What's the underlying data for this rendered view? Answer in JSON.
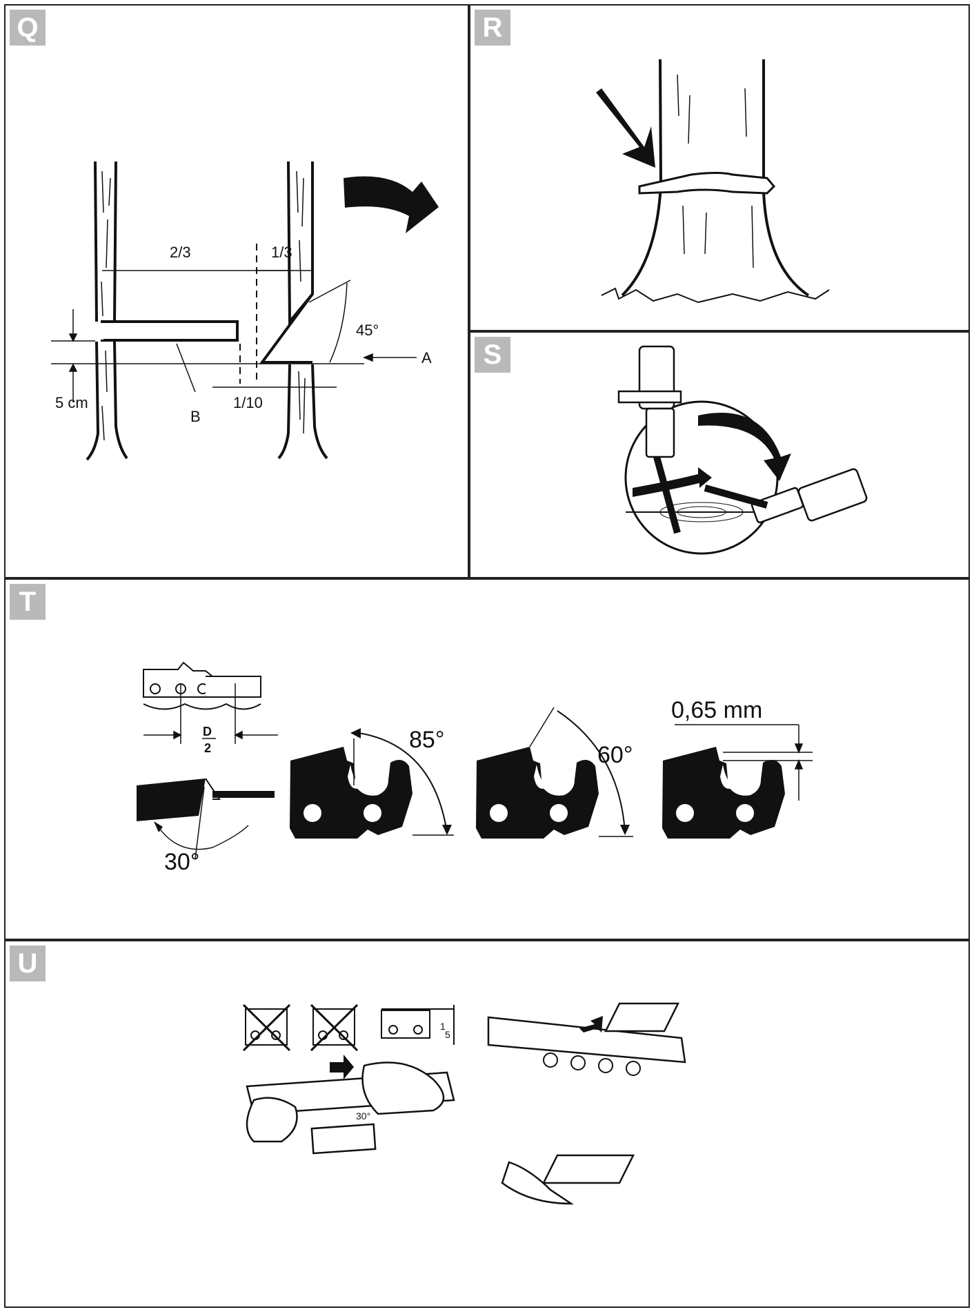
{
  "panels": {
    "q": {
      "letter": "Q",
      "labels": {
        "two_thirds": "2/3",
        "one_third": "1/3",
        "angle": "45°",
        "a": "A",
        "b": "B",
        "five_cm": "5 cm",
        "one_tenth": "1/10"
      }
    },
    "r": {
      "letter": "R"
    },
    "s": {
      "letter": "S"
    },
    "t": {
      "letter": "T",
      "labels": {
        "d": "D",
        "two": "2",
        "angle_30": "30°",
        "angle_85": "85°",
        "angle_60": "60°",
        "depth": "0,65 mm"
      }
    },
    "u": {
      "letter": "U",
      "labels": {
        "fifth_num": "1",
        "fifth_den": "5",
        "angle_30": "30°"
      }
    }
  },
  "icons": {
    "arrow": "curved-arrow-icon",
    "cross": "cross-out-icon"
  },
  "colors": {
    "ink": "#111111",
    "badge": "#b9b9b9",
    "border": "#222222"
  }
}
